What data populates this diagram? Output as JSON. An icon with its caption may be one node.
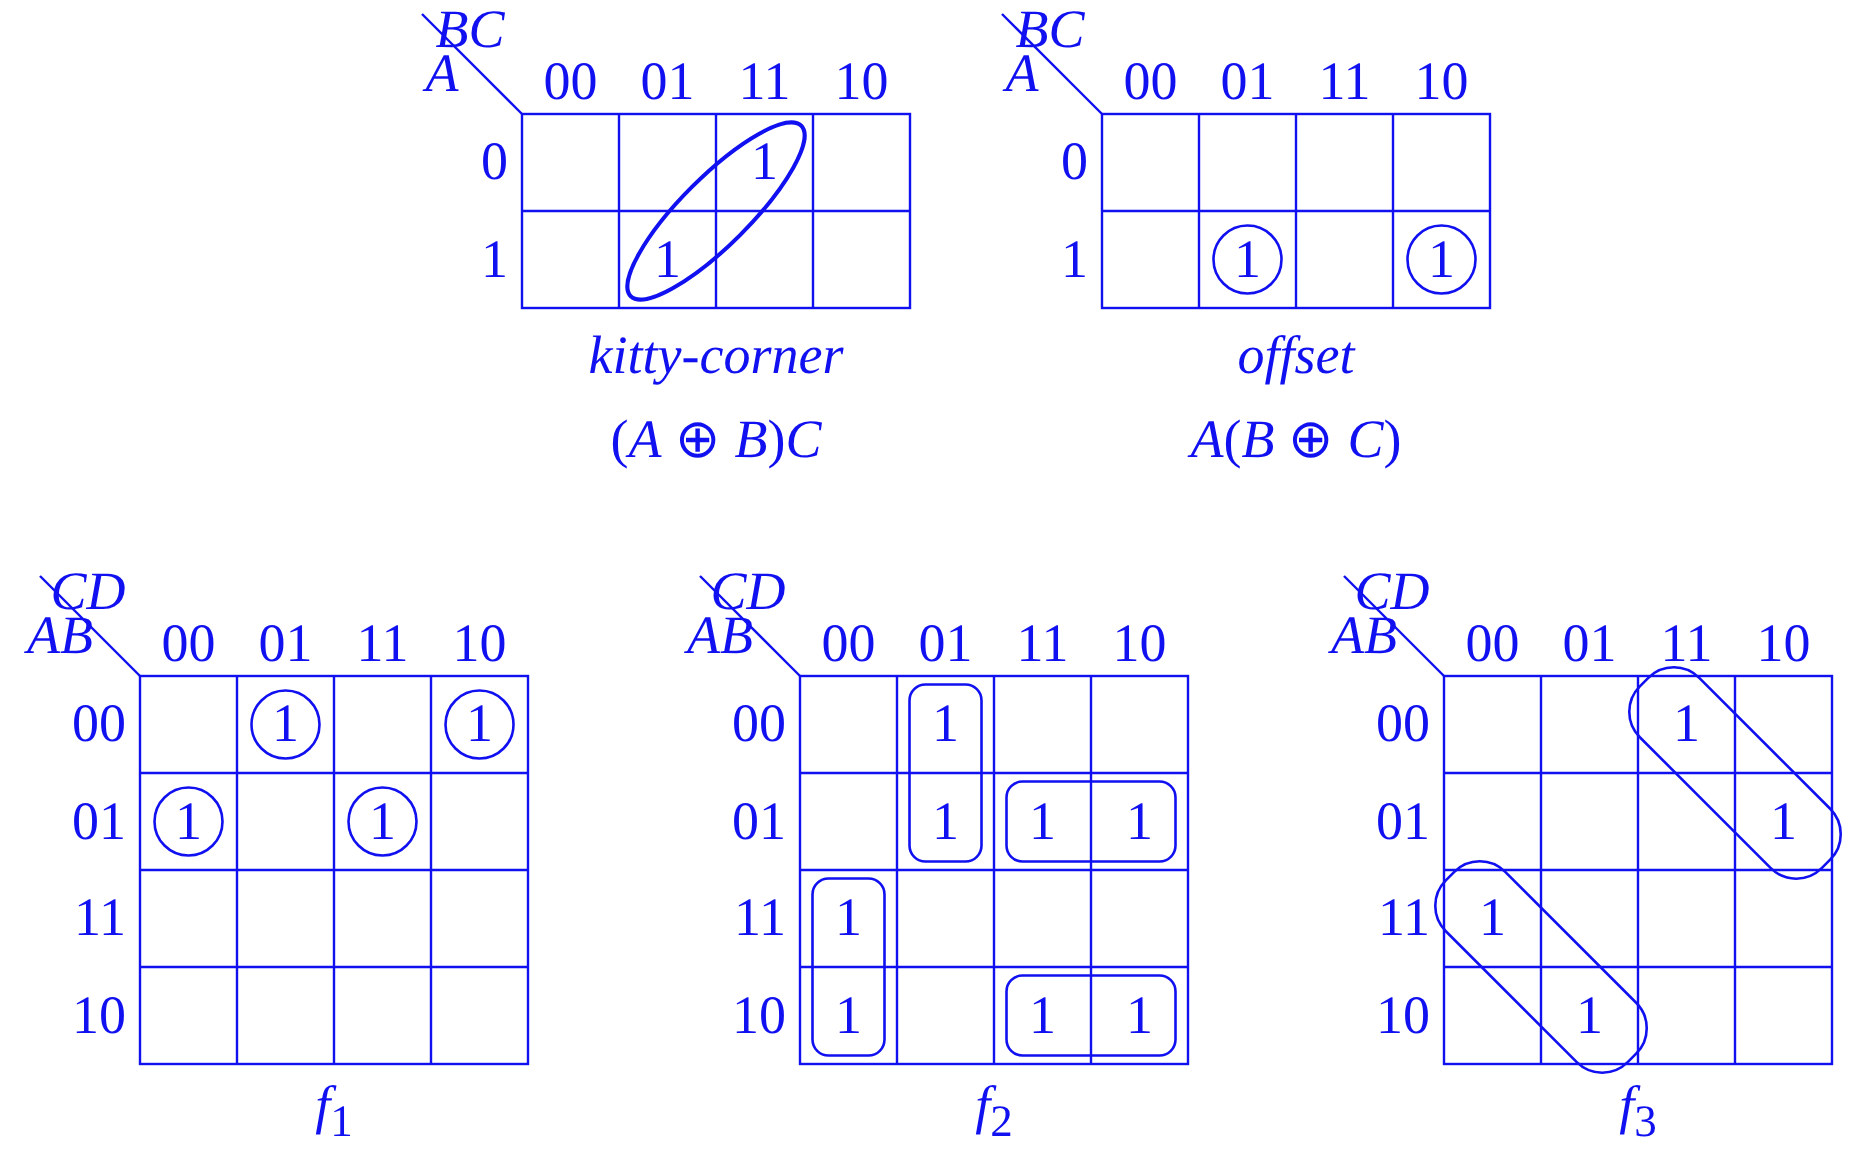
{
  "diagram": {
    "labels": [
      "BC",
      "A",
      "00",
      "01",
      "11",
      "10",
      "0",
      "1",
      "1",
      "1",
      "kitty-corner",
      "(*A* ⊕ *B*)*C*",
      "BC",
      "A",
      "00",
      "01",
      "11",
      "10",
      "0",
      "1",
      "1",
      "1",
      "offset",
      "*A*(*B* ⊕ *C*)",
      "CD",
      "AB",
      "00",
      "01",
      "11",
      "10",
      "00",
      "01",
      "11",
      "10",
      "1",
      "1",
      "1",
      "1",
      "*f*$_{1}$",
      "CD",
      "AB",
      "00",
      "01",
      "11",
      "10",
      "00",
      "01",
      "11",
      "10",
      "1",
      "1",
      "1",
      "1",
      "1",
      "1",
      "1",
      "1",
      "*f*$_{2}$",
      "CD",
      "AB",
      "00",
      "01",
      "11",
      "10",
      "00",
      "01",
      "11",
      "10",
      "1",
      "1",
      "1",
      "1",
      "*f*$_{3}$"
    ]
  }
}
